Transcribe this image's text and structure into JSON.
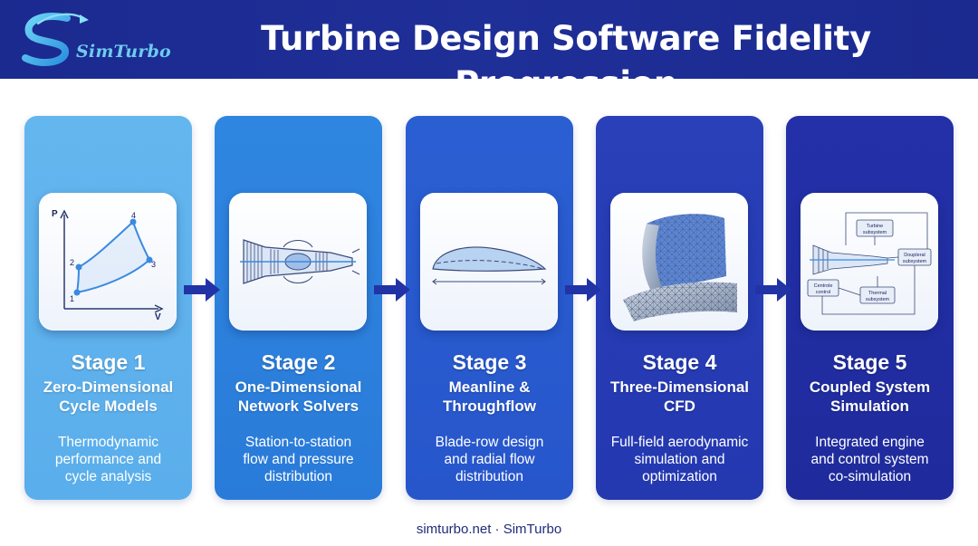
{
  "header": {
    "logo_text": "SimTurbo",
    "title": "Turbine Design Software Fidelity Progression"
  },
  "stages": [
    {
      "stage": "Stage 1",
      "name_line1": "Zero-Dimensional",
      "name_line2": "Cycle Models",
      "desc": [
        "Thermodynamic",
        "performance and",
        "cycle analysis"
      ],
      "icon": "pv-diagram-icon",
      "icon_labels": {
        "y_axis": "P",
        "x_axis": "V",
        "pt1": "1",
        "pt2": "2",
        "pt3": "3",
        "pt4": "4"
      }
    },
    {
      "stage": "Stage 2",
      "name_line1": "One-Dimensional",
      "name_line2": "Network Solvers",
      "desc": [
        "Station-to-station",
        "flow and pressure",
        "distribution"
      ],
      "icon": "engine-cross-section-icon"
    },
    {
      "stage": "Stage 3",
      "name_line1": "Meanline &",
      "name_line2": "Throughflow",
      "desc": [
        "Blade-row design",
        "and radial flow",
        "distribution"
      ],
      "icon": "airfoil-icon"
    },
    {
      "stage": "Stage 4",
      "name_line1": "Three-Dimensional",
      "name_line2": "CFD",
      "desc": [
        "Full-field aerodynamic",
        "simulation and",
        "optimization"
      ],
      "icon": "blade-mesh-icon"
    },
    {
      "stage": "Stage 5",
      "name_line1": "Coupled System",
      "name_line2": "Simulation",
      "desc": [
        "Integrated engine",
        "and control system",
        "co-simulation"
      ],
      "icon": "system-diagram-icon",
      "icon_labels": {
        "turbine": [
          "Turbine",
          "subsystem"
        ],
        "doupleral": [
          "Doupleral",
          "subsystem"
        ],
        "centrole": [
          "Centrole",
          "control"
        ],
        "thermal": [
          "Thermal",
          "subsystem"
        ]
      }
    }
  ],
  "footer": {
    "text": "simturbo.net · SimTurbo"
  },
  "colors": {
    "header_bg": "#1f2f98",
    "stage1": "#5aaeeb",
    "stage2": "#2a7bd9",
    "stage3": "#2756cb",
    "stage4": "#2438b0",
    "stage5": "#1f2b9c",
    "arrow": "#2233a6"
  }
}
